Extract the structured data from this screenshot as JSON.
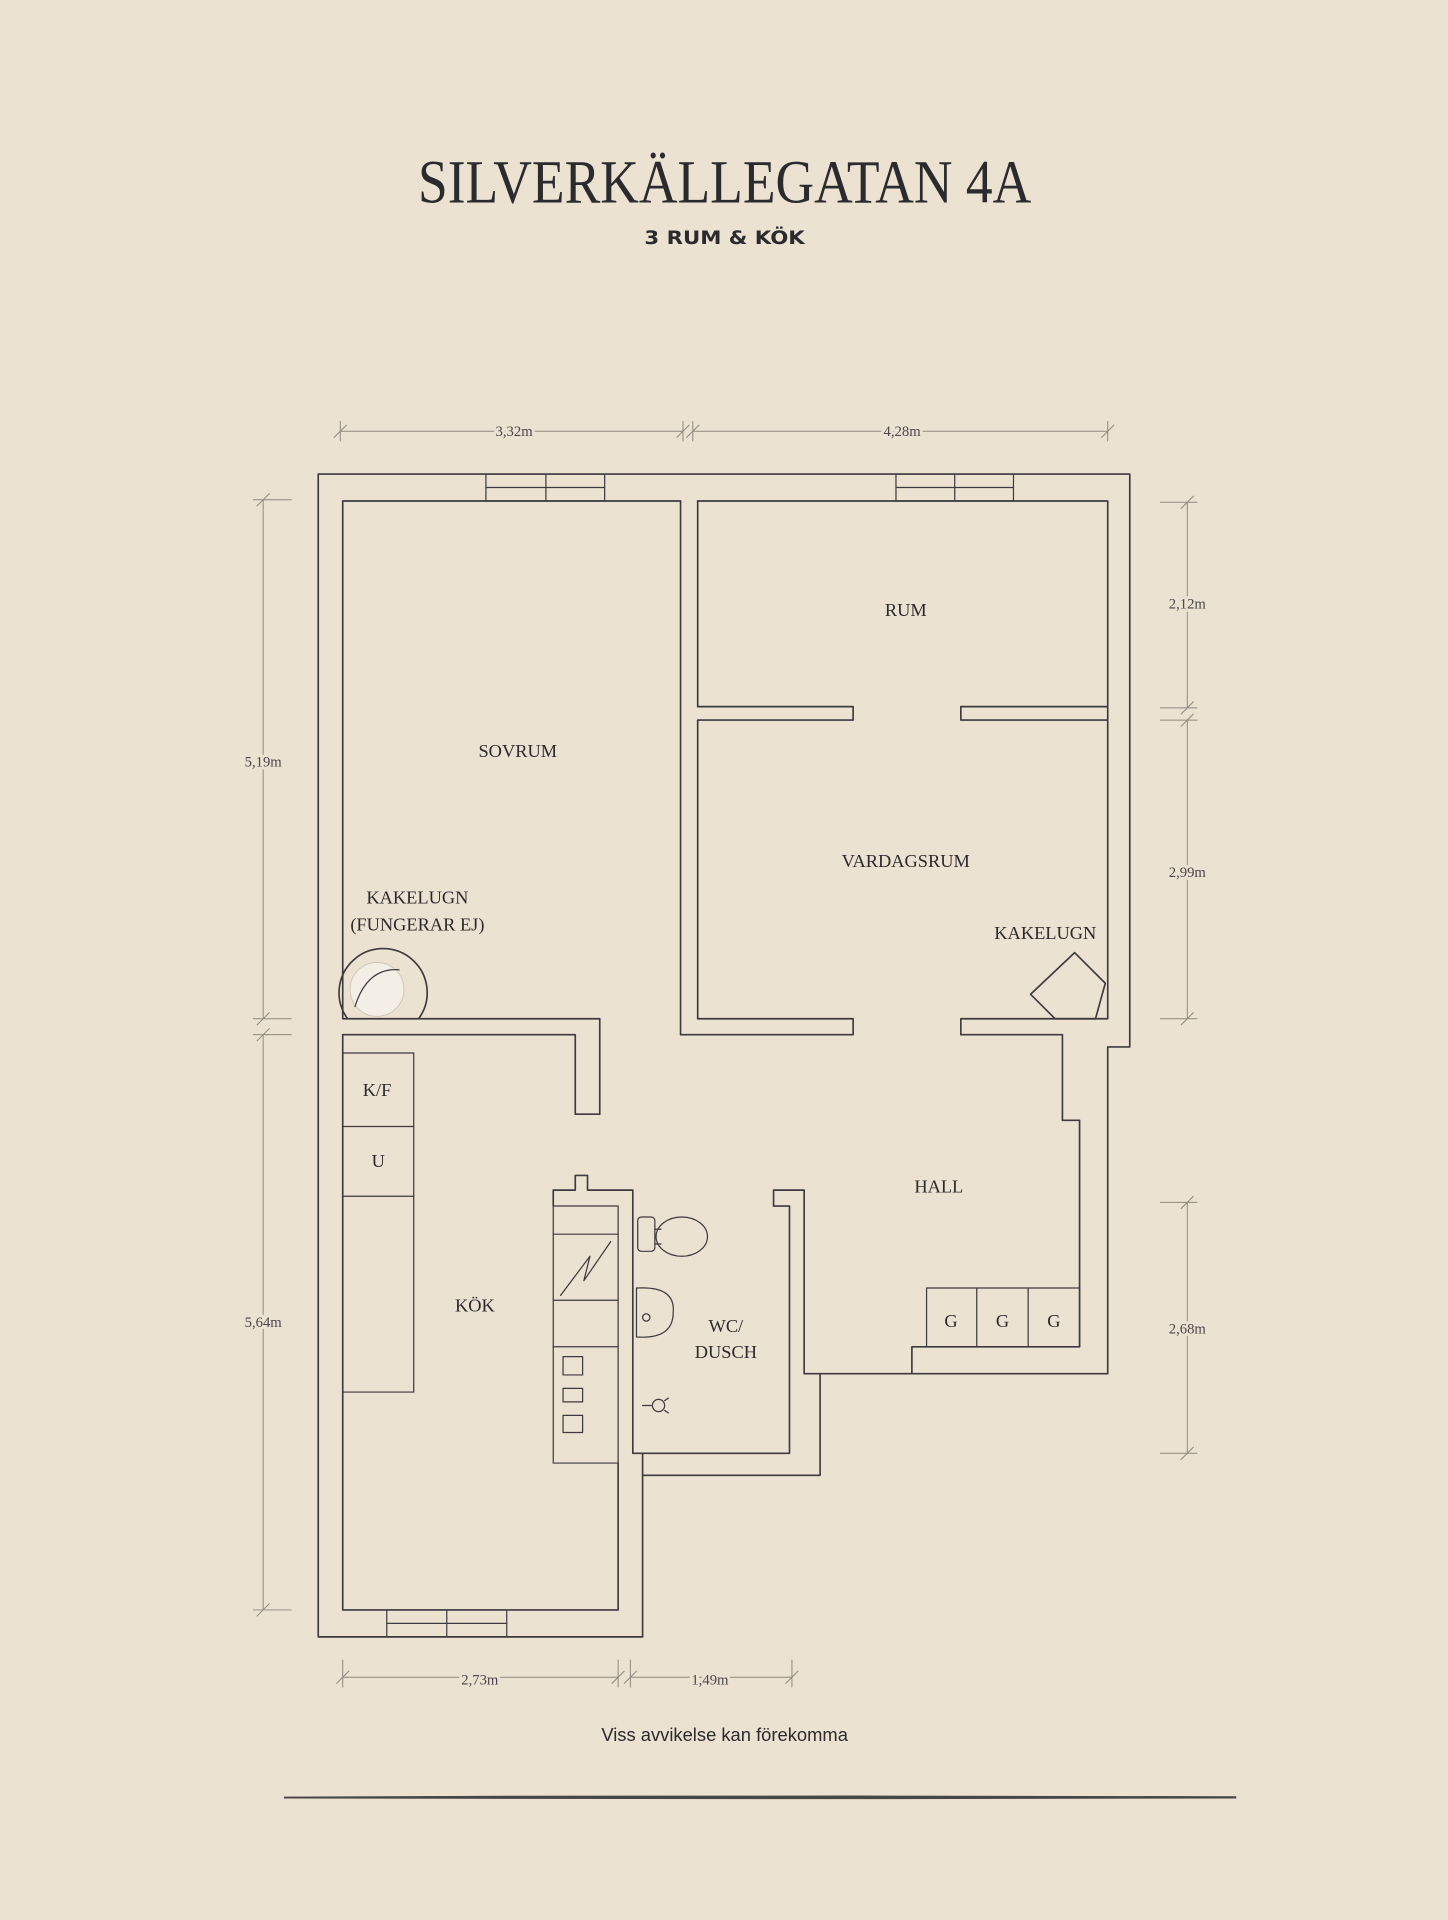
{
  "title": "SILVERKÄLLEGATAN 4A",
  "subtitle": "3 RUM & KÖK",
  "rooms": {
    "sovrum": "SOVRUM",
    "rum": "RUM",
    "vardagsrum": "VARDAGSRUM",
    "kakelugn_sovrum_line1": "KAKELUGN",
    "kakelugn_sovrum_line2": "(FUNGERAR EJ)",
    "kakelugn_vardagsrum": "KAKELUGN",
    "kf": "K/F",
    "u": "U",
    "kok": "KÖK",
    "hall": "HALL",
    "wc_line1": "WC/",
    "wc_line2": "DUSCH",
    "g1": "G",
    "g2": "G",
    "g3": "G"
  },
  "dimensions": {
    "top_left": "3,32m",
    "top_right": "4,28m",
    "left_upper": "5,19m",
    "left_lower": "5,64m",
    "right_upper": "2,12m",
    "right_middle": "2,99m",
    "right_lower": "2,68m",
    "bottom_left": "2,73m",
    "bottom_right": "1,49m"
  },
  "footer": "Viss avvikelse kan förekomma",
  "colors": {
    "background": "#ebe2d1",
    "ink": "#2b2a2e"
  }
}
